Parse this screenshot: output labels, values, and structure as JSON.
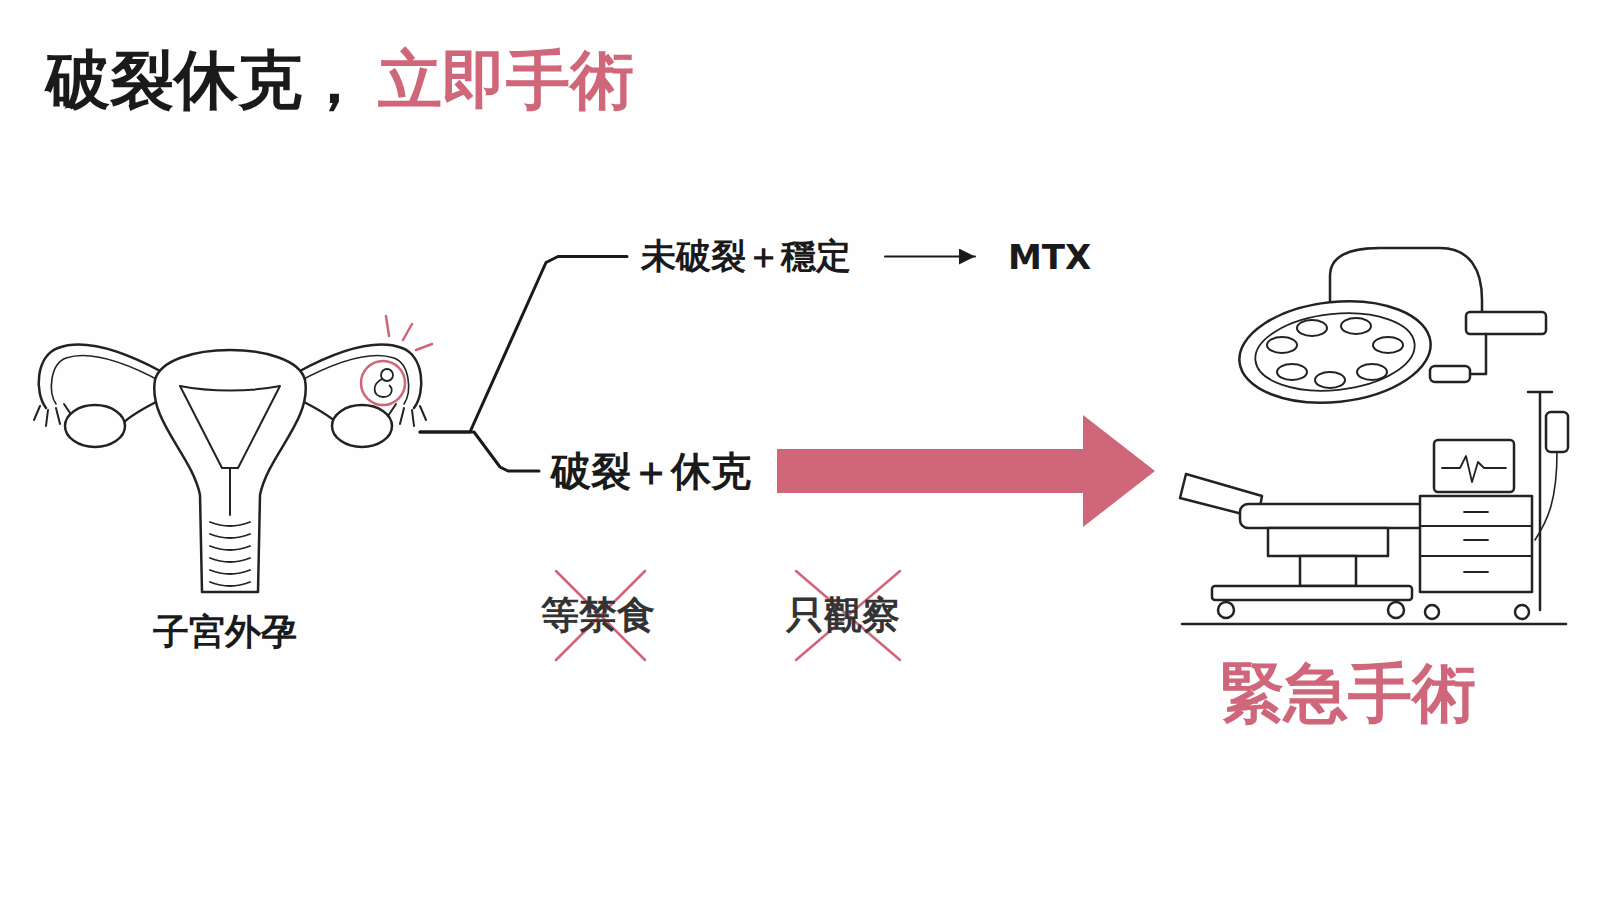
{
  "diagram": {
    "title": "破裂休克，",
    "nodes": [
      {
        "text": [
          "子宮外孕"
        ]
      },
      {
        "text": [
          "未破裂＋穩定"
        ]
      },
      {
        "text": [
          "MTX"
        ]
      },
      {
        "text": [
          "破裂＋休克"
        ]
      },
      {
        "text": [
          "緊急手術"
        ]
      }
    ],
    "edges": [
      {
        "from": 0,
        "to": 1,
        "arrow": "none"
      },
      {
        "from": 0,
        "to": 3,
        "arrow": "none"
      },
      {
        "from": 1,
        "to": 2,
        "arrow": "to"
      },
      {
        "from": 3,
        "to": 4,
        "arrow": "to"
      }
    ],
    "labels": [
      "立即手術",
      "等禁食",
      "只觀察"
    ]
  }
}
